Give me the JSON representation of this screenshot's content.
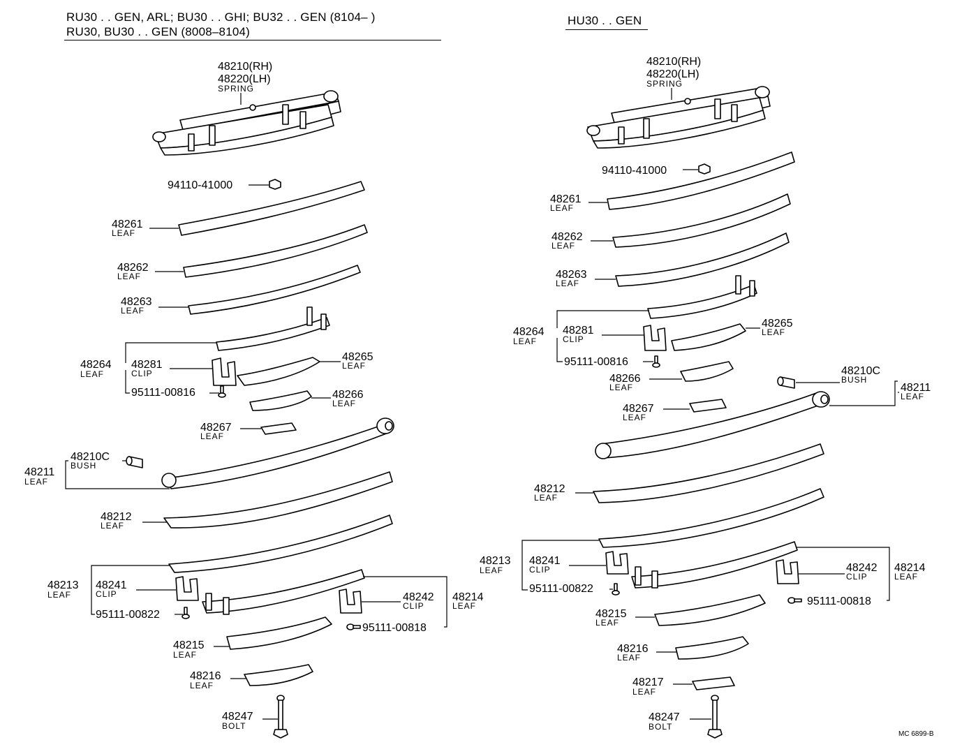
{
  "header_left": {
    "line1": "RU30 . . GEN, ARL; BU30 . . GHI; BU32 . . GEN (8104–           )",
    "line2": "RU30, BU30 . . GEN (8008–8104)"
  },
  "header_right": "HU30 . . GEN",
  "code": "MC 6899-B",
  "left_labels": {
    "spring_rh": "48210(RH)",
    "spring_lh": "48220(LH)",
    "spring": "SPRING",
    "nut": "94110-41000",
    "l48261": "48261",
    "leaf_48261": "LEAF",
    "l48262": "48262",
    "leaf_48262": "LEAF",
    "l48263": "48263",
    "leaf_48263": "LEAF",
    "l48264": "48264",
    "leaf_48264": "LEAF",
    "l48281": "48281",
    "clip_48281": "CLIP",
    "l48265": "48265",
    "leaf_48265": "LEAF",
    "b95111_816": "95111-00816",
    "l48266": "48266",
    "leaf_48266": "LEAF",
    "l48267": "48267",
    "leaf_48267": "LEAF",
    "l48210c": "48210C",
    "bush": "BUSH",
    "l48211": "48211",
    "leaf_48211": "LEAF",
    "l48212": "48212",
    "leaf_48212": "LEAF",
    "l48213": "48213",
    "leaf_48213": "LEAF",
    "l48241": "48241",
    "clip_48241": "CLIP",
    "b95111_822": "95111-00822",
    "l48242": "48242",
    "clip_48242": "CLIP",
    "l48214": "48214",
    "leaf_48214": "LEAF",
    "b95111_818": "95111-00818",
    "l48215": "48215",
    "leaf_48215": "LEAF",
    "l48216": "48216",
    "leaf_48216": "LEAF",
    "l48247": "48247",
    "bolt": "BOLT"
  },
  "right_labels": {
    "spring_rh": "48210(RH)",
    "spring_lh": "48220(LH)",
    "spring": "SPRING",
    "nut": "94110-41000",
    "l48261": "48261",
    "leaf_48261": "LEAF",
    "l48262": "48262",
    "leaf_48262": "LEAF",
    "l48263": "48263",
    "leaf_48263": "LEAF",
    "l48264": "48264",
    "leaf_48264": "LEAF",
    "l48281": "48281",
    "clip_48281": "CLIP",
    "l48265": "48265",
    "leaf_48265": "LEAF",
    "b95111_816": "95111-00816",
    "l48210c": "48210C",
    "bush": "BUSH",
    "l48211": "48211",
    "leaf_48211": "LEAF",
    "l48266": "48266",
    "leaf_48266": "LEAF",
    "l48267": "48267",
    "leaf_48267": "LEAF",
    "l48212": "48212",
    "leaf_48212": "LEAF",
    "l48213": "48213",
    "leaf_48213": "LEAF",
    "l48241": "48241",
    "clip_48241": "CLIP",
    "b95111_822": "95111-00822",
    "l48242": "48242",
    "clip_48242": "CLIP",
    "l48214": "48214",
    "leaf_48214": "LEAF",
    "b95111_818": "95111-00818",
    "l48215": "48215",
    "leaf_48215": "LEAF",
    "l48216": "48216",
    "leaf_48216": "LEAF",
    "l48217": "48217",
    "leaf_48217": "LEAF",
    "l48247": "48247",
    "bolt": "BOLT"
  }
}
